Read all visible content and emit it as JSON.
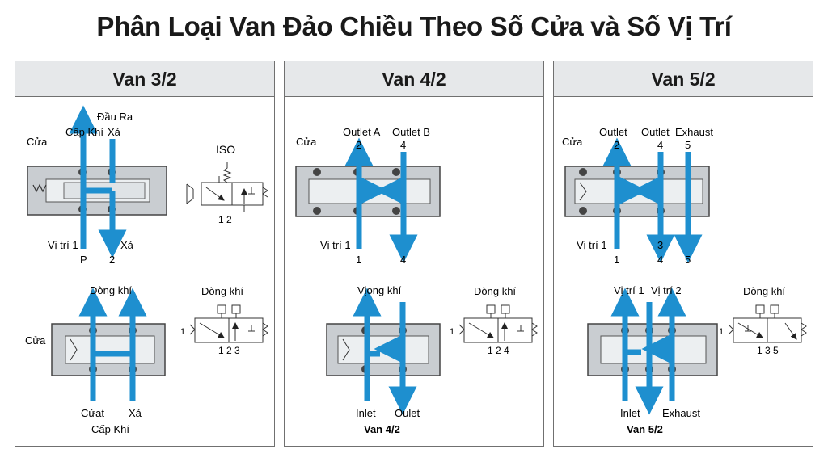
{
  "title": "Phân Loại Van Đảo Chiều Theo Số Cửa và Số Vị Trí",
  "colors": {
    "flow": "#1e8fcf",
    "body": "#c9cdd1",
    "stroke": "#444444",
    "header_bg": "#e6e8ea"
  },
  "panels": [
    {
      "heading": "Van 3/2",
      "top": {
        "port_label": "Cửa",
        "supply_label": "Cấp Khí",
        "outlet_label": "Đầu Ra",
        "exhaust_top_label": "Xả",
        "position_label": "Vị trí 1",
        "exhaust_bottom_label": "Xả",
        "port_p": "P",
        "port_2": "2",
        "iso_label": "ISO",
        "symbol_ports": "1 2"
      },
      "bottom": {
        "flow_label": "Dòng khí",
        "symbol_flow_label": "Dòng khí",
        "port_label": "Cửa",
        "inlet_label": "Cửat",
        "exhaust_label": "Xả",
        "supply_label": "Cấp Khí",
        "symbol_left": "1",
        "symbol_ports": "1  2  3"
      }
    },
    {
      "heading": "Van 4/2",
      "top": {
        "port_label": "Cửa",
        "outlet_a_label": "Outlet A",
        "outlet_b_label": "Outlet B",
        "port_a_num": "2",
        "port_b_num": "4",
        "position_label": "Vị trí 1",
        "bottom_num_1": "1",
        "bottom_num_2": "4"
      },
      "bottom": {
        "flow_label": "Vịong khí",
        "symbol_flow_label": "Dòng khí",
        "inlet_label": "Inlet",
        "outlet_label": "Oulet",
        "caption": "Van 4/2",
        "symbol_left": "1",
        "symbol_ports": "1  2  4"
      }
    },
    {
      "heading": "Van 5/2",
      "top": {
        "port_label": "Cửa",
        "outlet_1_label": "Outlet",
        "outlet_2_label": "Outlet",
        "exhaust_label": "Exhaust",
        "num_top_1": "2",
        "num_top_2": "4",
        "num_top_3": "5",
        "position_label": "Vị trí 1",
        "num_bot_1": "1",
        "num_bot_2a": "3",
        "num_bot_2b": "4",
        "num_bot_3": "5"
      },
      "bottom": {
        "pos1_label": "Vị trí 1",
        "pos2_label": "Vị trí 2",
        "symbol_flow_label": "Dòng khí",
        "inlet_label": "Inlet",
        "exhaust_label": "Exhaust",
        "caption": "Van 5/2",
        "symbol_left": "1",
        "symbol_ports": "1  3  5"
      }
    }
  ]
}
